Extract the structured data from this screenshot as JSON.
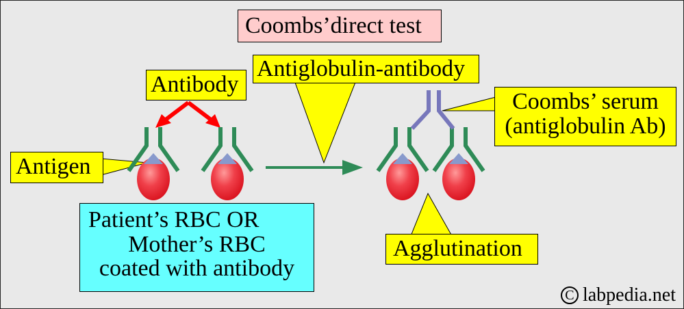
{
  "title": "Coombs’direct test",
  "labels": {
    "antibody": "Antibody",
    "antigen": "Antigen",
    "antiglobulin_antibody": "Antiglobulin-antibody",
    "coombs_serum_line1": "Coombs’ serum",
    "coombs_serum_line2": "(antiglobulin Ab)",
    "agglutination": "Agglutination",
    "patient_line1": "Patient’s RBC OR",
    "patient_line2": "Mother’s RBC",
    "patient_line3": "coated with antibody"
  },
  "credit": {
    "symbol": "C",
    "text": "labpedia.net"
  },
  "colors": {
    "background": "#e9e9e9",
    "callout_yellow": "#ffff00",
    "title_pink": "#ffcccc",
    "info_cyan": "#66ffff",
    "antibody_green": "#2e8b57",
    "antiglobulin_purple": "#7777bb",
    "antigen_blue": "#8899cc",
    "rbc_red": "#e8202a",
    "arrow_red": "#ff0000"
  }
}
